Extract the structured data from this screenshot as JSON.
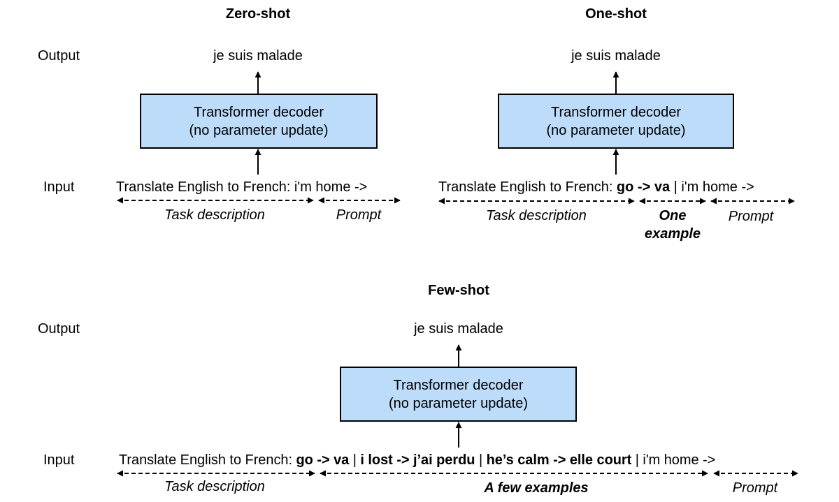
{
  "panels": {
    "zero": {
      "title": "Zero-shot",
      "output_label": "Output",
      "output_text": "je suis malade",
      "box_line1": "Transformer decoder",
      "box_line2": "(no parameter update)",
      "input_label": "Input",
      "input_task": "Translate English to French:",
      "input_prompt": " i'm home ->",
      "brace_task": "Task description",
      "brace_prompt": "Prompt"
    },
    "one": {
      "title": "One-shot",
      "output_text": "je suis malade",
      "box_line1": "Transformer decoder",
      "box_line2": "(no parameter update)",
      "input_task": "Translate English to French:",
      "input_example": " go -> va",
      "input_sep": " | ",
      "input_prompt": "i'm home ->",
      "brace_task": "Task description",
      "brace_example_line1": "One",
      "brace_example_line2": "example",
      "brace_prompt": "Prompt"
    },
    "few": {
      "title": "Few-shot",
      "output_label": "Output",
      "output_text": "je suis malade",
      "box_line1": "Transformer decoder",
      "box_line2": "(no parameter update)",
      "input_label": "Input",
      "input_task": "Translate English to French:",
      "ex1": " go -> va",
      "sep1": " | ",
      "ex2": "i lost -> j’ai perdu",
      "sep2": " | ",
      "ex3": "he’s calm -> elle court",
      "sep3": " | ",
      "input_prompt": "i'm home ->",
      "brace_task": "Task description",
      "brace_examples": "A few examples",
      "brace_prompt": "Prompt"
    }
  }
}
